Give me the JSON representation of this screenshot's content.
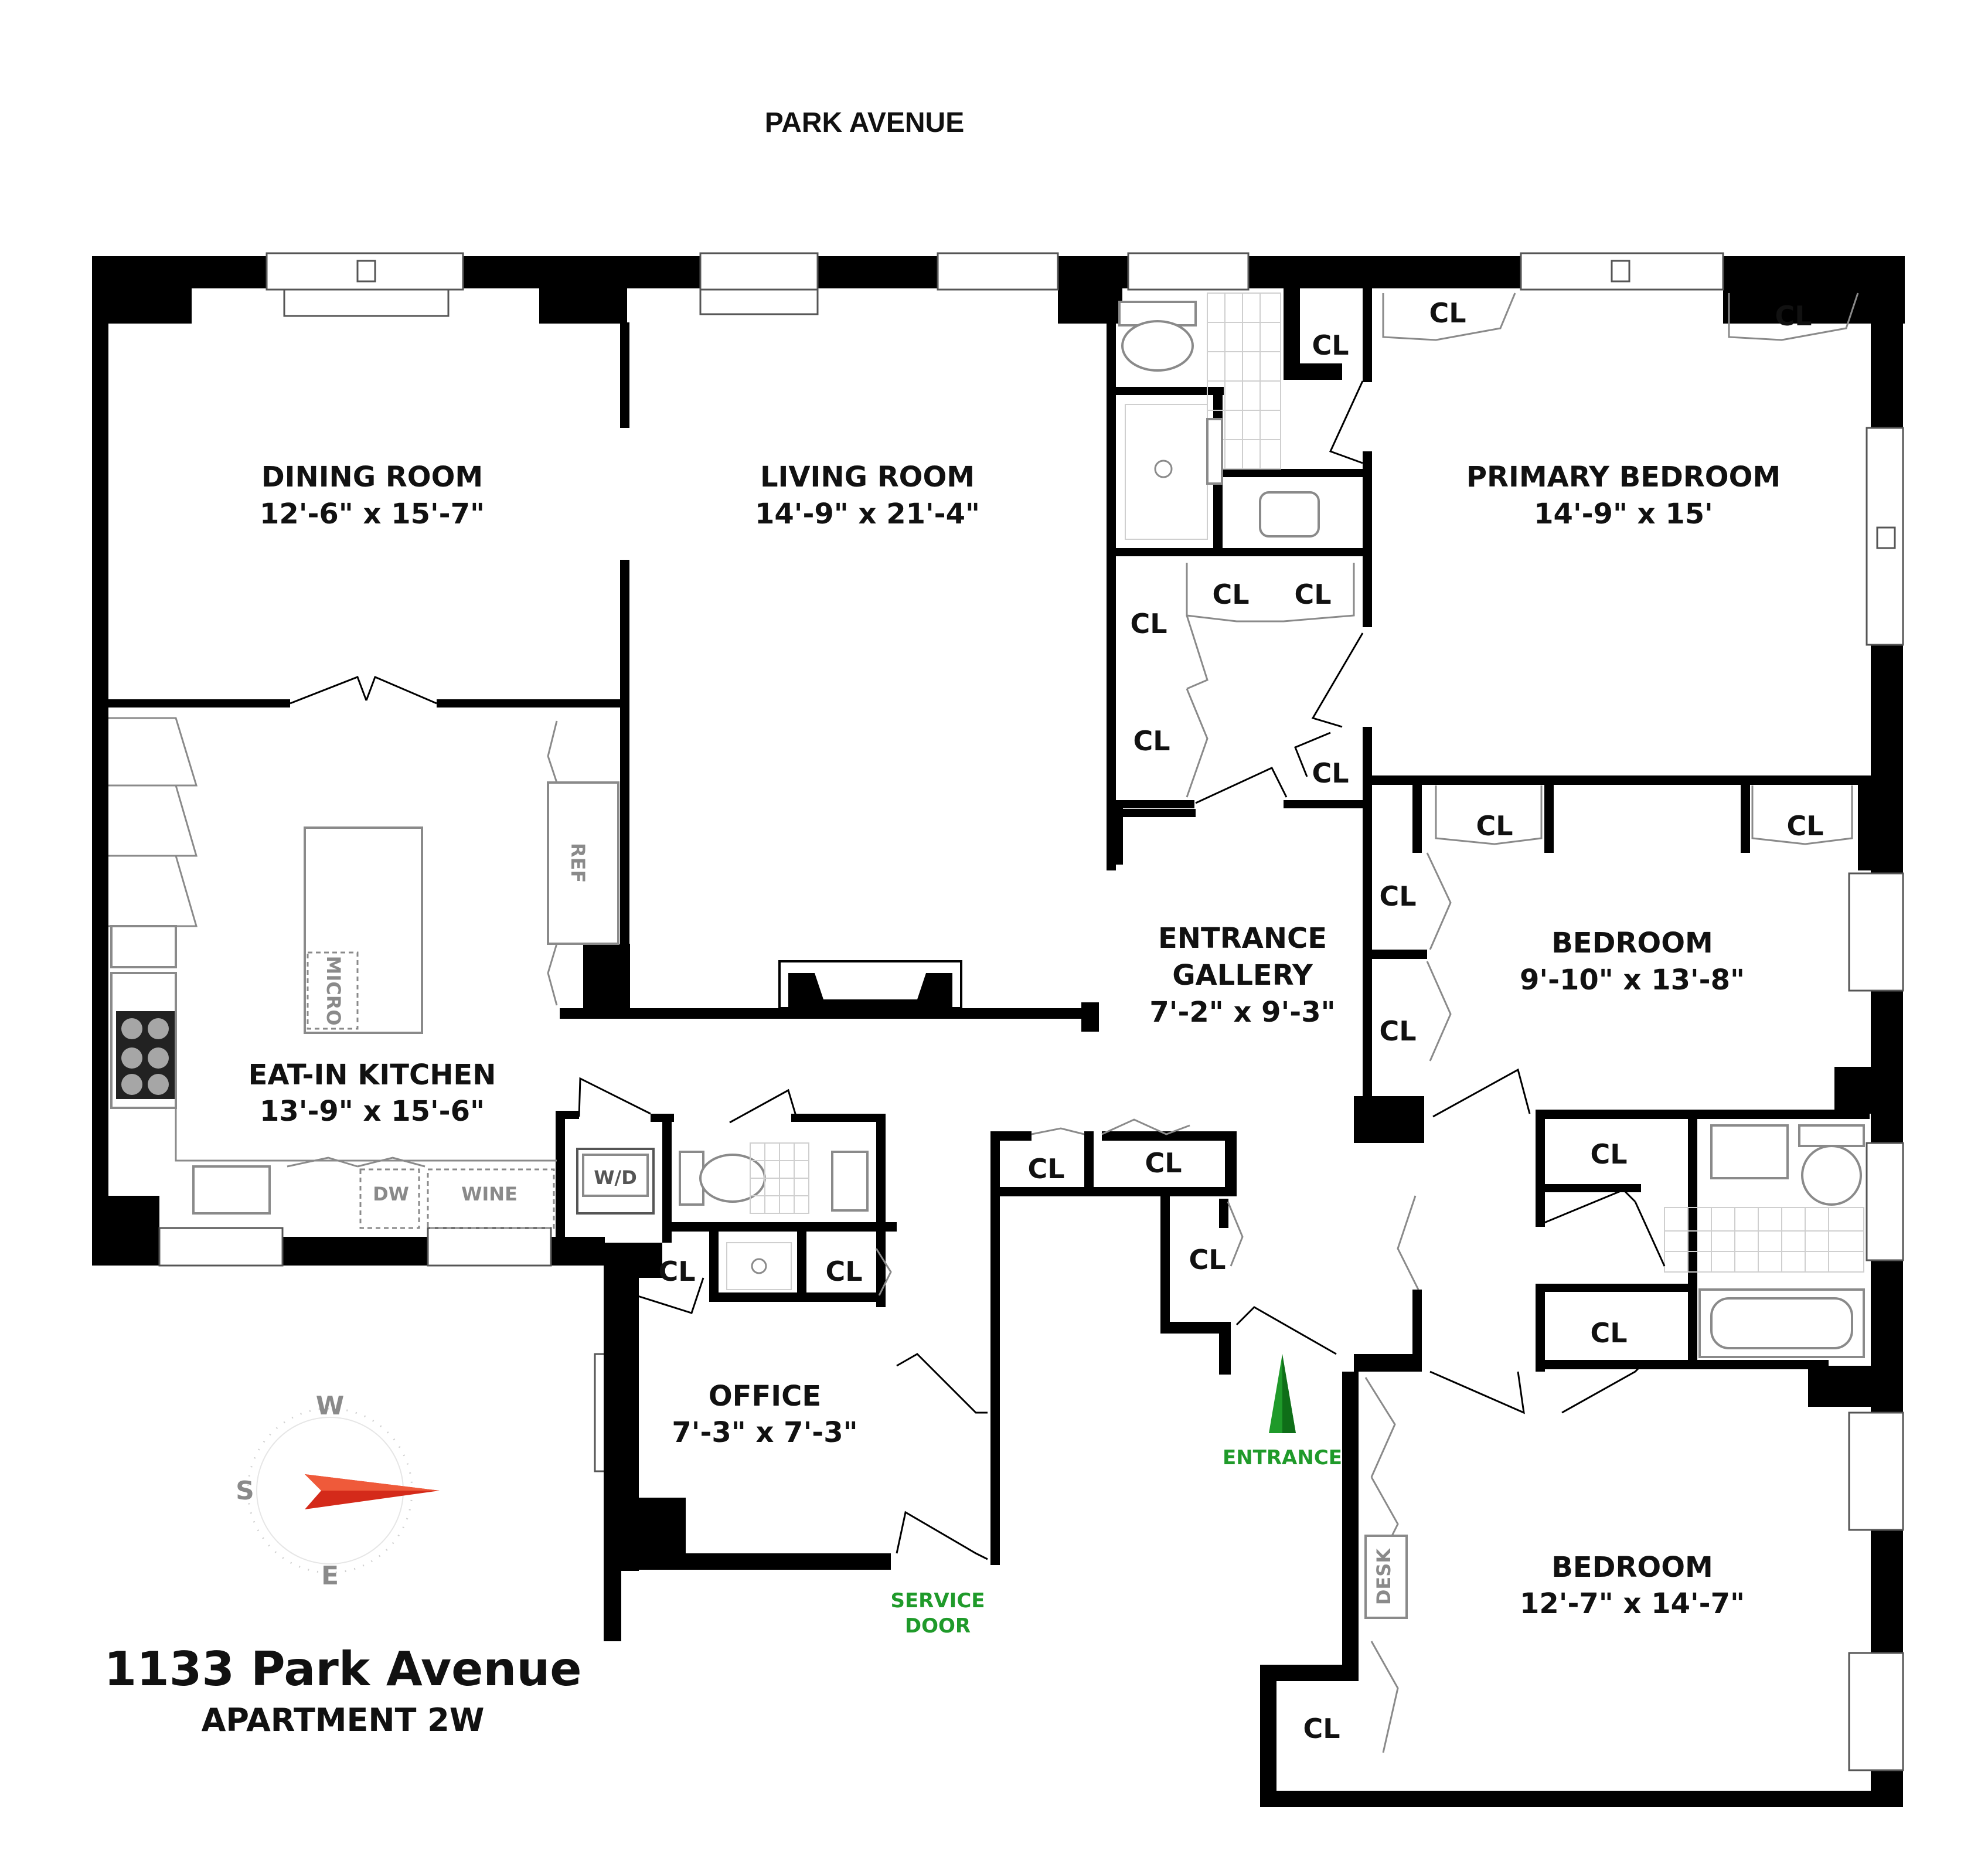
{
  "street_label": "PARK AVENUE",
  "title": {
    "address": "1133 Park Avenue",
    "unit": "APARTMENT 2W"
  },
  "rooms": {
    "dining": {
      "name": "DINING ROOM",
      "dims": "12'-6\" x 15'-7\""
    },
    "living": {
      "name": "LIVING ROOM",
      "dims": "14'-9\" x 21'-4\""
    },
    "primary": {
      "name": "PRIMARY BEDROOM",
      "dims": "14'-9\" x 15'"
    },
    "kitchen": {
      "name": "EAT-IN KITCHEN",
      "dims": "13'-9\" x 15'-6\""
    },
    "gallery": {
      "name_line1": "ENTRANCE",
      "name_line2": "GALLERY",
      "dims": "7'-2\" x 9'-3\""
    },
    "bedroom2": {
      "name": "BEDROOM",
      "dims": "9'-10\" x 13'-8\""
    },
    "office": {
      "name": "OFFICE",
      "dims": "7'-3\" x 7'-3\""
    },
    "bedroom3": {
      "name": "BEDROOM",
      "dims": "12'-7\" x 14'-7\""
    }
  },
  "closet_label": "CL",
  "appliances": {
    "ref": "REF",
    "micro": "MICRO",
    "dw": "DW",
    "wine": "WINE",
    "wd": "W/D",
    "desk": "DESK"
  },
  "entrance_label": "ENTRANCE",
  "service_door": {
    "line1": "SERVICE",
    "line2": "DOOR"
  },
  "compass": {
    "north": "W",
    "south": "E",
    "west": "S",
    "pointer_direction": "east"
  },
  "colors": {
    "wall": "#000000",
    "fixture_gray": "#8a8a8a",
    "entrance_green": "#1f9a2a",
    "compass_red": "#d42a1a"
  }
}
